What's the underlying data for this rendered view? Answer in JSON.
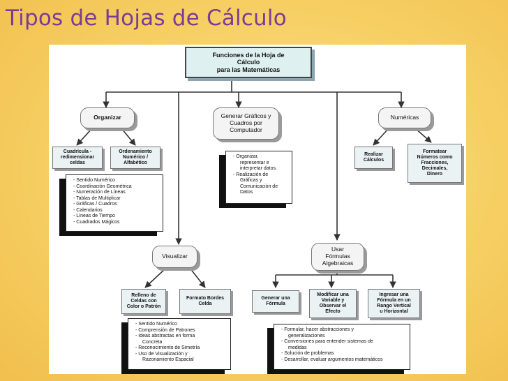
{
  "title": "Tipos de Hojas de Cálculo",
  "root": "Funciones de la Hoja de\nCálculo\npara las Matemáticas",
  "categories": {
    "organizar": "Organizar",
    "generar": "Generar Gráficos y\nCuadros por\nComputador",
    "numericas": "Numéricas",
    "visualizar": "Visualizar",
    "usar": "Usar\nFórmulas\nAlgebraicas"
  },
  "leaves": {
    "cuadricula": "Cuadrícula -\nredimensionar\nceldas",
    "ordenamiento": "Ordenamiento\nNumérico /\nAlfabético",
    "realizar": "Realizar\nCálculos",
    "formatear": "Formatear\nNúmeros como\nFracciones,\nDecimales,\nDinero",
    "relleno": "Relleno de\nCeldas con\nColor o Patrón",
    "formato_bordes": "Formato Bordes\nCelda",
    "generar_formula": "Generar una\nFórmula",
    "modificar": "Modificar una\nVariable y\nObservar el\nEfecto",
    "ingresar": "Ingresar una\nFórmula en un\nRango Vertical\nu Horizontal"
  },
  "lists": {
    "organizar": [
      "- Sentido Numérico",
      "- Coordinación Geométrica",
      "- Numeración de Líneas",
      "- Tablas de Multiplicar",
      "- Gráficas / Cuadros",
      "- Calendarios",
      "- Líneas de Tiempo",
      "- Cuadrados Mágicos"
    ],
    "generar": [
      "- Organizar,",
      "  representar e",
      "  interpretar datos.",
      "- Realización de",
      "  Gráficas y",
      "  Comunicación de",
      "  Datos"
    ],
    "visualizar": [
      "- Sentido Numérico",
      "- Comprensión de Patrones",
      "- Ideas abstractas en forma",
      "  Concreta",
      "- Reconocimiento de Simetría",
      "- Uso de Visualización y",
      "  Razonamiento Espacial"
    ],
    "usar": [
      "- Formular, hacer abstracciones y",
      "  generalizaciones",
      "- Conversiones para entender sistemas de",
      "  medidas",
      "- Solución de problemas",
      "- Desarrollar, evaluar argumentos matemáticos"
    ]
  }
}
